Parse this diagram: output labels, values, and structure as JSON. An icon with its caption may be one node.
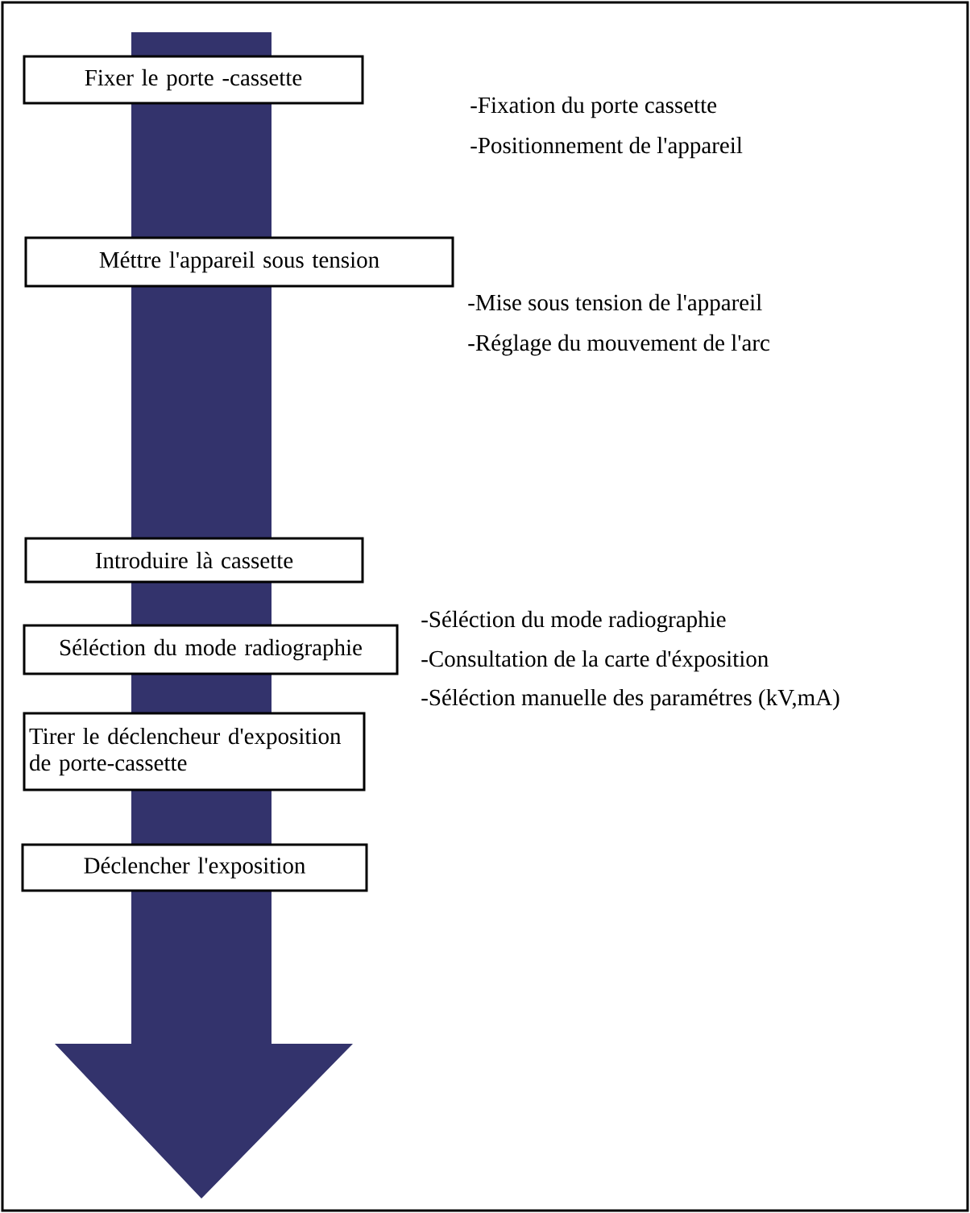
{
  "diagram": {
    "nodes": [
      {
        "text": [
          "Fixer le porte -cassette"
        ]
      },
      {
        "text": [
          "Méttre l'appareil sous tension"
        ]
      },
      {
        "text": [
          "Introduire là cassette"
        ]
      },
      {
        "text": [
          "Séléction du mode radiographie"
        ]
      },
      {
        "text": [
          "Tirer le déclencheur d'exposition de porte-cassette"
        ]
      },
      {
        "text": [
          "Déclencher l'exposition"
        ]
      }
    ],
    "labels": [
      "-Fixation du porte cassette",
      "-Positionnement de l'appareil",
      "-Mise sous tension de l'appareil",
      "-Réglage du mouvement de l'arc",
      "-Séléction du mode radiographie",
      "-Consultation de la carte d'éxposition",
      "-Séléction manuelle des paramétres (kV,mA)"
    ]
  }
}
